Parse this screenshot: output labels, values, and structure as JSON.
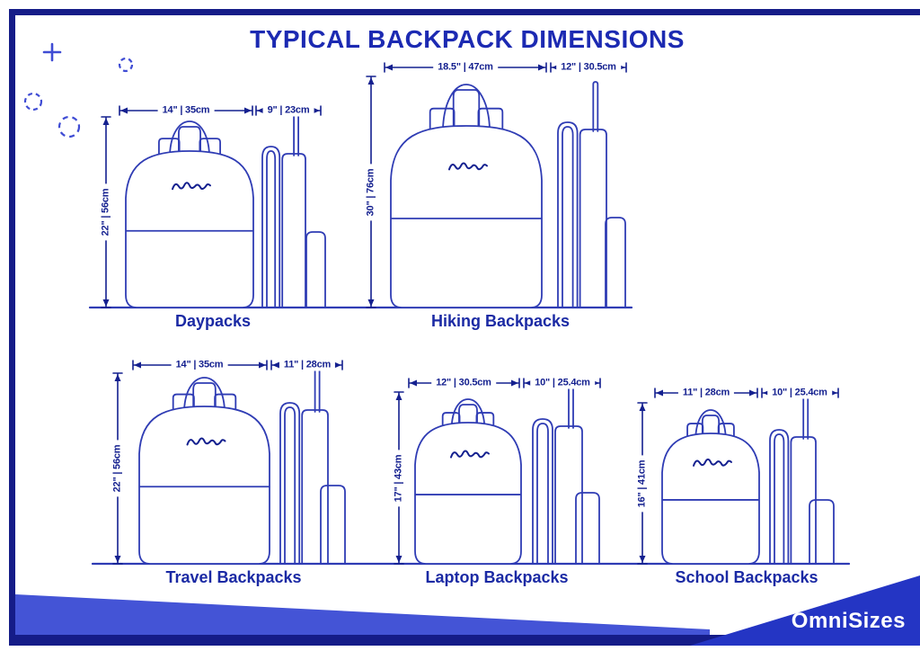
{
  "title": "TYPICAL BACKPACK DIMENSIONS",
  "brand": "OmniSizes",
  "colors": {
    "line": "#2f3cb4",
    "dim": "#14208f",
    "category": "#1b2aa4",
    "title": "#1c2ab2",
    "band": "#4454d6",
    "banner": "#2435c4",
    "frame": "#151c88",
    "background": "#ffffff",
    "brand_text": "#ffffff",
    "decoration": "#3f4cd4"
  },
  "groups": [
    {
      "name": "Daypacks",
      "width_label": "14\" | 35cm",
      "depth_label": "9\" | 23cm",
      "height_label": "22\" | 56cm"
    },
    {
      "name": "Hiking Backpacks",
      "width_label": "18.5\" | 47cm",
      "depth_label": "12\" | 30.5cm",
      "height_label": "30\" | 76cm"
    },
    {
      "name": "Travel Backpacks",
      "width_label": "14\" | 35cm",
      "depth_label": "11\" | 28cm",
      "height_label": "22\" | 56cm"
    },
    {
      "name": "Laptop Backpacks",
      "width_label": "12\" | 30.5cm",
      "depth_label": "10\" | 25.4cm",
      "height_label": "17\" | 43cm"
    },
    {
      "name": "School Backpacks",
      "width_label": "11\" | 28cm",
      "depth_label": "10\" | 25.4cm",
      "height_label": "16\" | 41cm"
    }
  ],
  "decorations": {
    "marks": [
      "plus-mark",
      "dashed-circle",
      "dashed-circle",
      "dashed-circle"
    ]
  }
}
